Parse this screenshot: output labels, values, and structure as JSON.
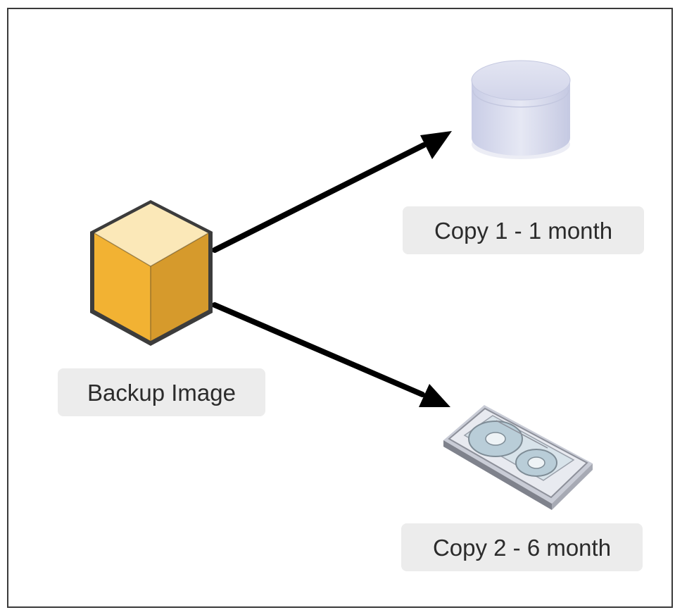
{
  "nodes": {
    "source": {
      "label": "Backup Image",
      "icon": "cube-icon"
    },
    "copy1": {
      "label": "Copy 1 - 1 month",
      "icon": "disk-storage-icon"
    },
    "copy2": {
      "label": "Copy 2 - 6 month",
      "icon": "tape-cartridge-icon"
    }
  },
  "edges": [
    {
      "from": "source",
      "to": "copy1"
    },
    {
      "from": "source",
      "to": "copy2"
    }
  ],
  "colors": {
    "cube_top": "#fbe8b8",
    "cube_left": "#f2b233",
    "cube_right": "#d69a2c",
    "cube_outline": "#3c3c3c",
    "arrow": "#000000",
    "label_bg": "#ececec",
    "label_text": "#2b2b2b"
  }
}
